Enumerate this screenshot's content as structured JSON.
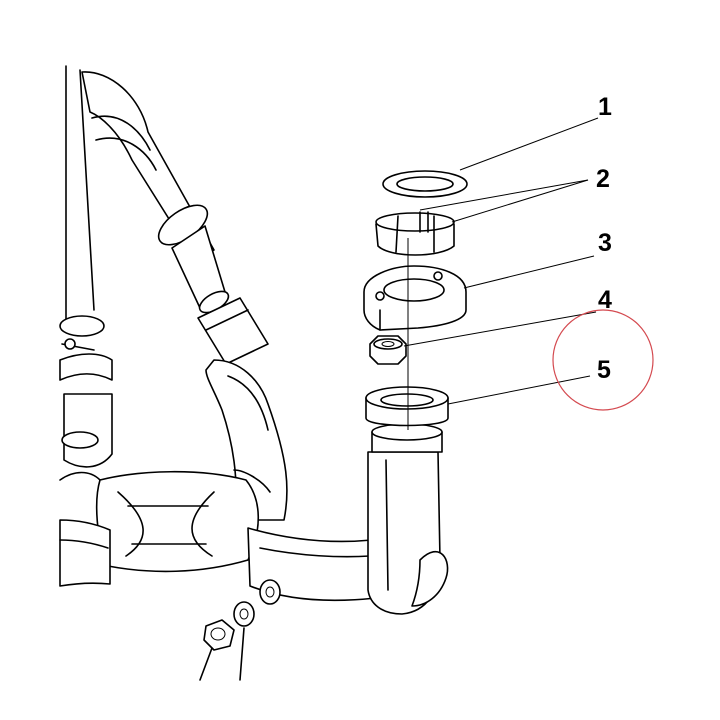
{
  "callouts": [
    {
      "id": "1",
      "label": "1"
    },
    {
      "id": "2",
      "label": "2"
    },
    {
      "id": "3",
      "label": "3"
    },
    {
      "id": "4",
      "label": "4"
    },
    {
      "id": "5",
      "label": "5"
    }
  ],
  "highlight": {
    "target": "5",
    "color": "#d44a50"
  },
  "colors": {
    "line": "#000000",
    "background": "#ffffff"
  }
}
